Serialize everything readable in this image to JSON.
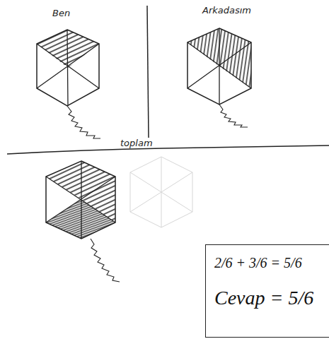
{
  "diagram": {
    "nodes": [
      {
        "text": [
          "2/6 + 3/6 = 5/6",
          "Cevap = 5/6"
        ]
      }
    ],
    "labels": [
      "Ben",
      "Arkadasım",
      "toplam"
    ]
  }
}
